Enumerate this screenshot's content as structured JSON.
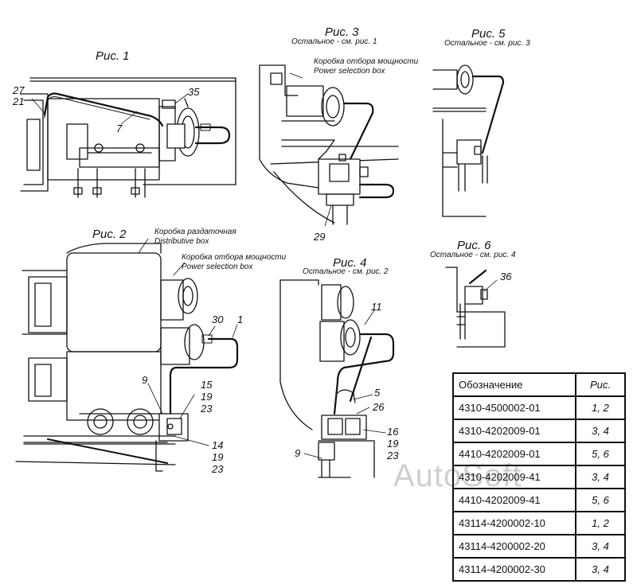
{
  "figures": {
    "fig1": {
      "title": "Рис. 1",
      "labels": [
        "27",
        "21",
        "35",
        "7"
      ]
    },
    "fig2": {
      "title": "Рис. 2",
      "caption_transfer": [
        "Коробка раздаточная",
        "Distributive box"
      ],
      "caption_pto": [
        "Коробка отбора мощности",
        "Power selection box"
      ],
      "labels": [
        "30",
        "1",
        "9",
        "15",
        "19",
        "23",
        "14",
        "19",
        "23"
      ]
    },
    "fig3": {
      "title": "Рис. 3",
      "subtitle": "Остальное - см. рис. 1",
      "caption_pto": [
        "Коробка отбора мощности",
        "Power selection box"
      ],
      "labels": [
        "29"
      ]
    },
    "fig4": {
      "title": "Рис. 4",
      "subtitle": "Остальное - см. рис. 2",
      "labels": [
        "11",
        "5",
        "26",
        "16",
        "19",
        "23",
        "9"
      ]
    },
    "fig5": {
      "title": "Рис. 5",
      "subtitle": "Остальное - см. рис. 3"
    },
    "fig6": {
      "title": "Рис. 6",
      "subtitle": "Остальное - см. рис. 4",
      "labels": [
        "36"
      ]
    }
  },
  "spec_table": {
    "headers": [
      "Обозначение",
      "Рис."
    ],
    "rows": [
      [
        "4310-4500002-01",
        "1, 2"
      ],
      [
        "4310-4202009-01",
        "3, 4"
      ],
      [
        "4410-4202009-01",
        "5, 6"
      ],
      [
        "4310-4202009-41",
        "3, 4"
      ],
      [
        "4410-4202009-41",
        "5, 6"
      ],
      [
        "43114-4200002-10",
        "1, 2"
      ],
      [
        "43114-4200002-20",
        "3, 4"
      ],
      [
        "43114-4200002-30",
        "3, 4"
      ]
    ]
  },
  "watermark": "AutoSoft"
}
